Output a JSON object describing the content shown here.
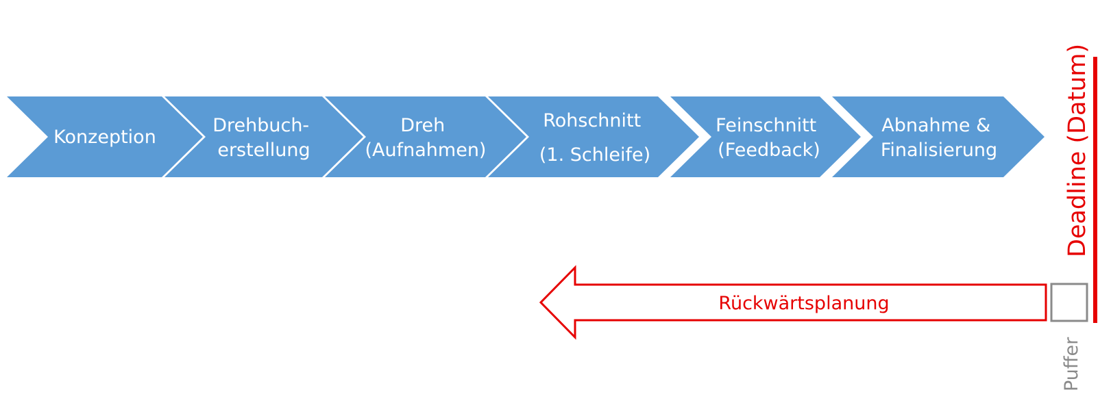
{
  "process": {
    "steps": [
      {
        "lines": [
          "Konzeption"
        ]
      },
      {
        "lines": [
          "Drehbuch-",
          "erstellung"
        ]
      },
      {
        "lines": [
          "Dreh",
          "(Aufnahmen)"
        ]
      },
      {
        "lines": [
          "Rohschnitt",
          "(1. Schleife)"
        ]
      },
      {
        "lines": [
          "Feinschnitt",
          "(Feedback)"
        ]
      },
      {
        "lines": [
          "Abnahme &",
          "Finalisierung"
        ]
      }
    ]
  },
  "planning": {
    "label": "Rückwärtsplanung"
  },
  "deadline": {
    "label": "Deadline (Datum)"
  },
  "buffer": {
    "label": "Puffer"
  },
  "colors": {
    "chevron_fill": "#5b9bd5",
    "accent_red": "#e60000",
    "buffer_grey": "#8a8a8a",
    "background": "#ffffff"
  }
}
